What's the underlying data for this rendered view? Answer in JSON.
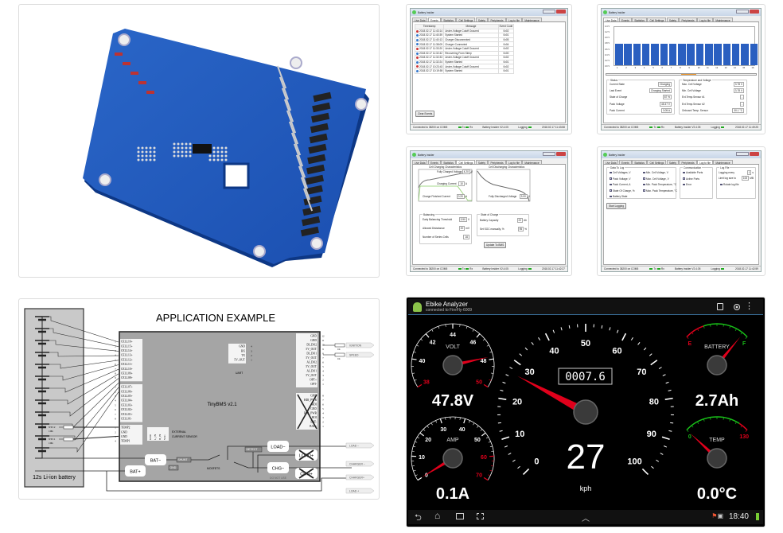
{
  "window_title": "Battery Insider",
  "tabs": [
    "Live Data",
    "Events",
    "Statistics",
    "Cell Settings",
    "Safety",
    "Peripherals",
    "Log to file",
    "Maintenance"
  ],
  "statusbar": {
    "connection": "Connected to 38200 on COM5",
    "tx": "Tx",
    "rx": "Rx",
    "version": "Battery Insider V2.4.05",
    "logging": "Logging"
  },
  "events_screen": {
    "columns": [
      "Timestamp",
      "Message",
      "Event Code"
    ],
    "rows": [
      {
        "type": "error",
        "time": "2018.02.17 11:43:14",
        "msg": "Under-Voltage Cutoff Occured",
        "code": "0x02"
      },
      {
        "type": "info",
        "time": "2018.02.17 11:40:39",
        "msg": "System Started",
        "code": "0x01"
      },
      {
        "type": "info",
        "time": "2018.02.17 11:40:13",
        "msg": "Charger Disconnected",
        "code": "0x05"
      },
      {
        "type": "info",
        "time": "2018.02.17 11:38:09",
        "msg": "Charger Connected",
        "code": "0x04"
      },
      {
        "type": "error",
        "time": "2018.02.17 11:33:20",
        "msg": "Under-Voltage Cutoff Occured",
        "code": "0x02"
      },
      {
        "type": "info",
        "time": "2018.02.17 11:32:42",
        "msg": "Recovering From Sleep",
        "code": "0x00"
      },
      {
        "type": "error",
        "time": "2018.02.17 11:32:33",
        "msg": "Under-Voltage Cutoff Occured",
        "code": "0x02"
      },
      {
        "type": "info",
        "time": "2018.02.17 11:32:24",
        "msg": "System Started",
        "code": "0x01"
      },
      {
        "type": "error",
        "time": "2018.02.17 10:23:43",
        "msg": "Under-Voltage Cutoff Occured",
        "code": "0x02"
      },
      {
        "type": "info",
        "time": "2018.02.17 10:19:59",
        "msg": "System Started",
        "code": "0x01"
      }
    ],
    "clear_button": "Clear Events",
    "clock": "2018.02.17 11:43:58"
  },
  "live_screen": {
    "y_labels": [
      "4.4 V",
      "4.2 V",
      "4.0 V",
      "3.8 V",
      "3.6 V",
      "3.4 V",
      "3.2 V",
      "3.0 V"
    ],
    "y_range": [
      3.0,
      4.4
    ],
    "cells": [
      1,
      2,
      3,
      4,
      5,
      6,
      7,
      8,
      9,
      10,
      11,
      12,
      13,
      14,
      15,
      16
    ],
    "cell_voltages": [
      3.78,
      3.78,
      3.78,
      3.78,
      3.78,
      3.78,
      3.78,
      3.78,
      3.78,
      3.78,
      3.78,
      3.78,
      3.78,
      3.78,
      3.78,
      3.78
    ],
    "current_bar_fraction": 0.6,
    "status_title": "Status",
    "status": [
      [
        "Current State",
        "Charging"
      ],
      [
        "Last Event",
        "Charging Started"
      ],
      [
        "State of Charge",
        "87 %"
      ],
      [
        "Pack Voltage",
        "45.37 V"
      ],
      [
        "Pack Current",
        "3.05 A"
      ]
    ],
    "temp_title": "Temperature and Voltage",
    "temps": [
      [
        "Max. Cell Voltage",
        "3.78 V"
      ],
      [
        "Min. Cell Voltage",
        "3.78 V"
      ],
      [
        "Ext.Temp.Sensor #1",
        "-"
      ],
      [
        "Ext.Temp.Sensor #2",
        "-"
      ],
      [
        "Onboard Temp. Sensor",
        "30.1 °C"
      ]
    ],
    "clock": "2018.02.17 11:49:25"
  },
  "cell_screen": {
    "charge_title": "Cell Charging Characteristics",
    "discharge_title": "Cell Discharging Characteristics",
    "fully_charged": [
      "Fully Charged Voltage",
      "4.20",
      "V"
    ],
    "charging_current": [
      "Charging Current",
      "10",
      "A"
    ],
    "charge_finished": [
      "Charge Finished Current",
      "0.20",
      "A"
    ],
    "fully_discharged": [
      "Fully Discharged Voltage",
      "3.00",
      "V"
    ],
    "balancing_title": "Balancing",
    "balancing": [
      [
        "Early Balancing Threshold",
        "3.90",
        "V"
      ],
      [
        "Allowed Disbalance",
        "20",
        "mV"
      ],
      [
        "Number of Series Cells",
        "16",
        ""
      ]
    ],
    "soc_title": "State of Charge",
    "soc": [
      [
        "Battery Capacity",
        "22",
        "Ah"
      ],
      [
        "Set SOC manually, %",
        "95",
        "%"
      ]
    ],
    "update_button": "Update To BMS",
    "clock": "2018.02.17 11:42:27"
  },
  "log_screen": {
    "data_title": "Data To Log",
    "data_items": [
      "Cell Voltages, V",
      "Pack Voltage, V",
      "Pack Current, A",
      "State Of Charge, %",
      "Battery State",
      "Min. Cell Voltage, V",
      "Max. Cell Voltage, V",
      "Min. Pack Temperature, °C",
      "Max. Pack Temperature, °C"
    ],
    "comm_title": "Communication",
    "comm_items": [
      "Available Ports",
      "Active Ports",
      "Error"
    ],
    "file_title": "Log File",
    "logging_every": [
      "Logging every",
      "1",
      "s"
    ],
    "limit_size": [
      "Limit log size to",
      "100",
      "MB"
    ],
    "rotate": "Rotate log file",
    "start_button": "Start Logging",
    "clock": "2018.02.17 11:42:59"
  },
  "diagram": {
    "title": "APPLICATION EXAMPLE",
    "bms_name": "TinyBMS v2.1",
    "battery_label": "12s Li-ion battery",
    "cells_a": [
      "CELL16+",
      "CELL15+",
      "CELL14+",
      "CELL13+",
      "CELL12+",
      "CELL11+",
      "CELL10+",
      "CELL09+",
      "CELL08+"
    ],
    "cells_b": [
      "CELL07+",
      "CELL06+",
      "CELL05+",
      "CELL04+",
      "CELL03+",
      "CELL02+",
      "CELL01+",
      "CELL01-"
    ],
    "temp_pins": [
      "TEMP2",
      "GND",
      "GND",
      "TEMP1"
    ],
    "ntc": [
      "NTC2 10K",
      "NTC1 10K"
    ],
    "uart_pins": [
      "GND",
      "RX",
      "TX",
      "5V_OUT"
    ],
    "uart_label": "UART",
    "io_pins": [
      "GND",
      "GND",
      "DI_DO2",
      "5V_OUT",
      "DI_DO1",
      "5V_OUT",
      "AI_DO2",
      "5V_OUT",
      "AI_DO1",
      "5V_OUT",
      "OPT+",
      "OPT-"
    ],
    "unused_pins": [
      "GND",
      "HDI_PWR",
      "HDI",
      "GND",
      "HOI_PWR",
      "HOI",
      "BAT-",
      "BAT+"
    ],
    "sensor_pins": [
      "GND",
      "L_IN",
      "H_IN",
      "VCC"
    ],
    "sensor_label": [
      "EXTERNAL",
      "CURRENT SENSOR"
    ],
    "power": {
      "bat_minus": "BAT−",
      "bat_plus": "BAT+",
      "load_minus": "LOAD−",
      "load_plus": "LOAD+",
      "chg_minus": "CHG−",
      "chg_plus": "CHG+",
      "shunt": "SHUNT",
      "gnd": "GND",
      "detect": "DETECT",
      "mosfets": "MOSFETS",
      "do_not_use": "DO NOT USE"
    },
    "resistor": "1K",
    "outputs": [
      "IGNITION",
      "SPEED",
      "LOAD −",
      "CHARGER −",
      "CHARGER+",
      "LOAD +"
    ]
  },
  "dashboard": {
    "app_title": "Ebike Analyzer",
    "app_subtitle": "connected to FireFly-6009",
    "odometer": "0007.6",
    "speed": {
      "value": 27,
      "display": "27",
      "unit": "kph",
      "min": 0,
      "max": 100,
      "labels": [
        "0",
        "10",
        "20",
        "30",
        "40",
        "50",
        "60",
        "70",
        "80",
        "90",
        "100"
      ]
    },
    "volt": {
      "title": "VOLT",
      "value": 47.8,
      "display": "47.8V",
      "min": 38,
      "max": 50,
      "labels": [
        "38",
        "40",
        "42",
        "44",
        "46",
        "48",
        "50"
      ]
    },
    "amp": {
      "title": "AMP",
      "value": 0.1,
      "display": "0.1A",
      "min": 0,
      "max": 70,
      "labels": [
        "0",
        "10",
        "20",
        "30",
        "40",
        "50",
        "60",
        "70"
      ]
    },
    "battery": {
      "title": "BATTERY",
      "fraction": 0.92,
      "display": "2.7Ah",
      "low": "E",
      "high": "F"
    },
    "temp": {
      "title": "TEMP",
      "value": 0,
      "display": "0.0°C",
      "min": 0,
      "max": 130,
      "low": "0",
      "high": "130"
    },
    "clock": "18:40",
    "colors": {
      "red": "#e0001b",
      "green": "#19c019",
      "bar_line": "#3a6f9a"
    }
  }
}
